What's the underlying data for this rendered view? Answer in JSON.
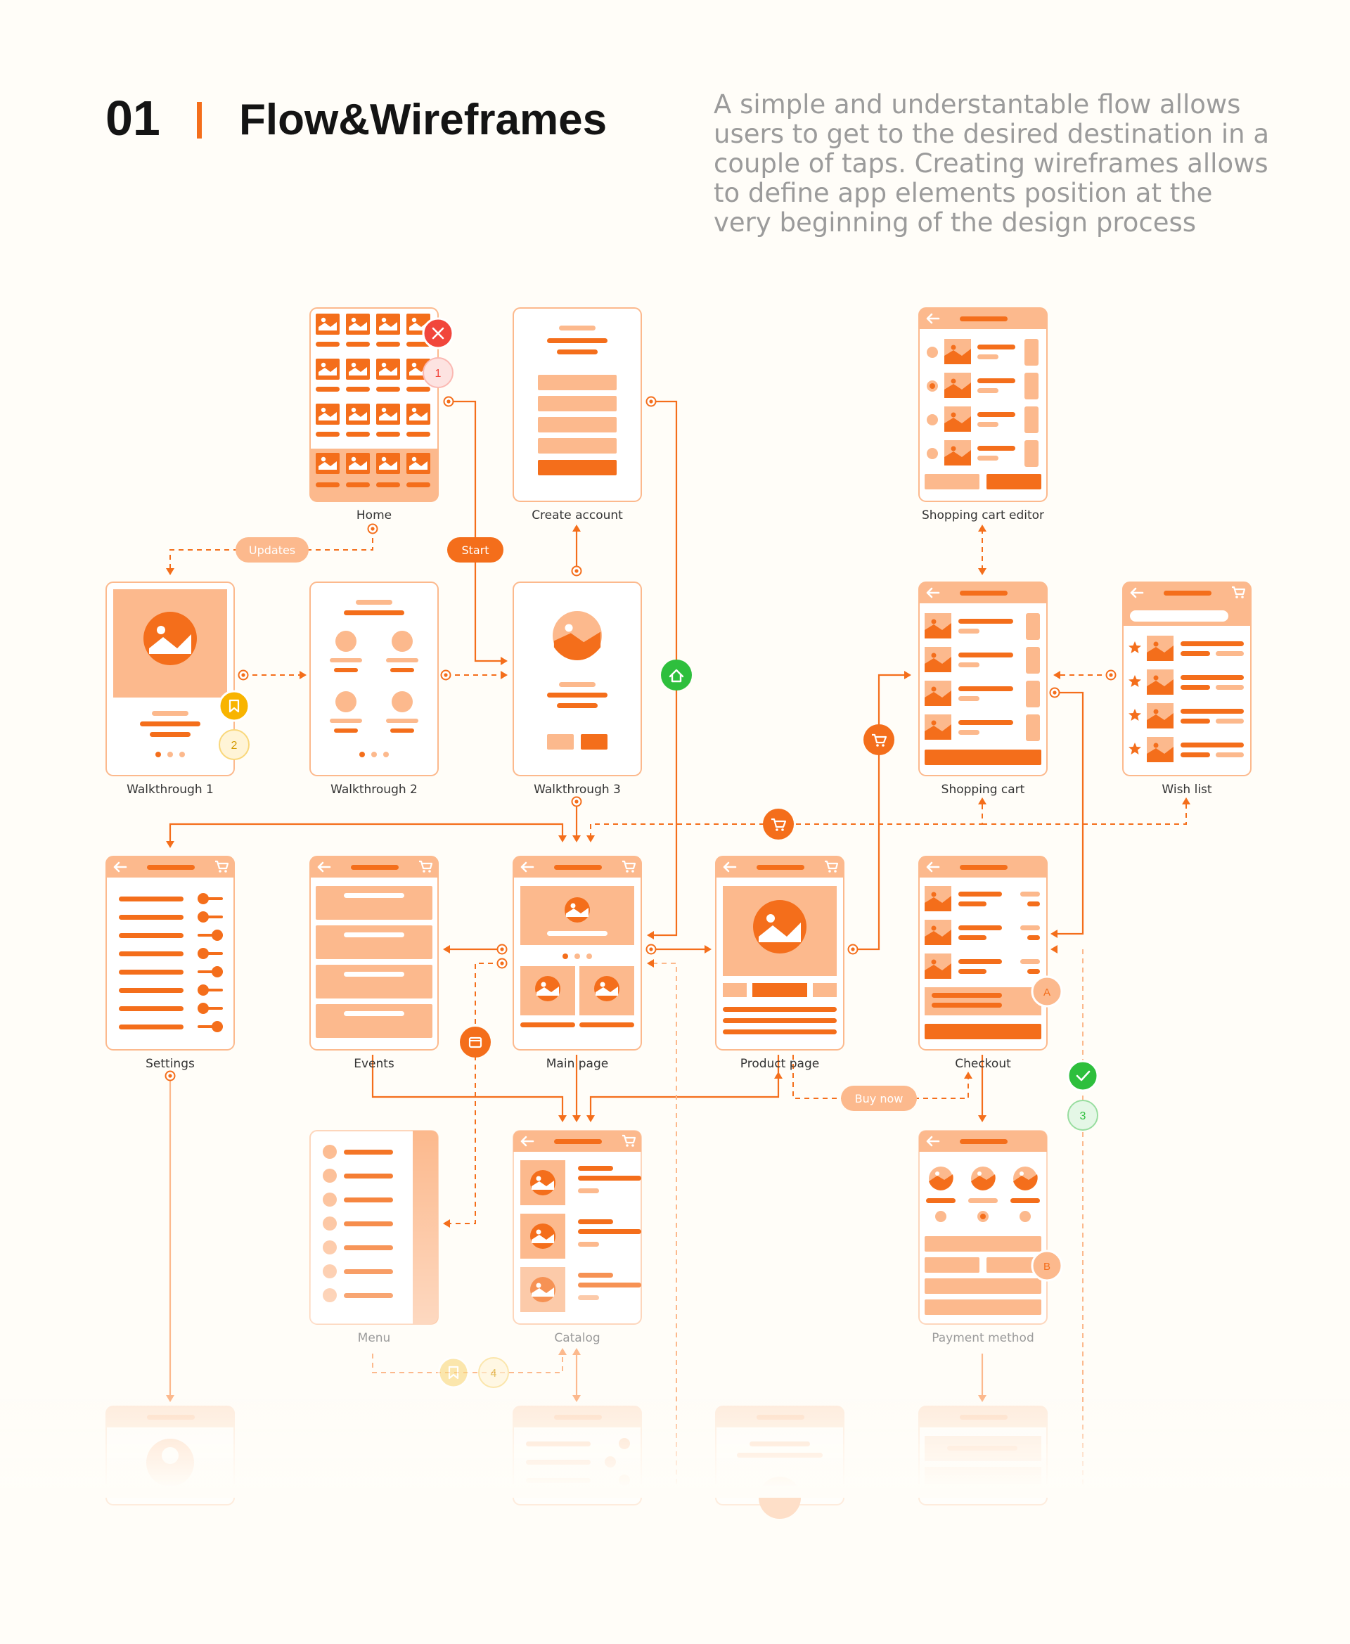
{
  "header": {
    "number": "01",
    "title": "Flow&Wireframes",
    "description": "A simple and understantable flow allows users to get to the desired destination in a couple of taps. Creating wireframes allows to define app elements position at the very beginning of the design process"
  },
  "colors": {
    "accent": "#f46e1b",
    "light": "#fcb98d",
    "pale": "#fdd6bc",
    "error": "#f1463c",
    "success": "#2ebf3d",
    "warning": "#f8b400"
  },
  "screens": {
    "home": "Home",
    "create_account": "Create account",
    "cart_editor": "Shopping cart editor",
    "walkthrough1": "Walkthrough 1",
    "walkthrough2": "Walkthrough 2",
    "walkthrough3": "Walkthrough 3",
    "shopping_cart": "Shopping cart",
    "wish_list": "Wish list",
    "settings": "Settings",
    "events": "Events",
    "main_page": "Main page",
    "product_page": "Product page",
    "checkout": "Checkout",
    "menu": "Menu",
    "catalog": "Catalog",
    "payment_method": "Payment method"
  },
  "pills": {
    "updates": "Updates",
    "start": "Start",
    "buy_now": "Buy now"
  },
  "markers": {
    "home_error": "1",
    "walk_bookmark": "2",
    "checkout_ok": "3",
    "menu_bookmark": "4",
    "checkout_a": "A",
    "payment_b": "B"
  },
  "icons": [
    "close-icon",
    "bookmark-icon",
    "home-icon",
    "cart-icon",
    "calendar-icon",
    "check-icon",
    "back-arrow-icon",
    "image-icon",
    "star-icon"
  ]
}
